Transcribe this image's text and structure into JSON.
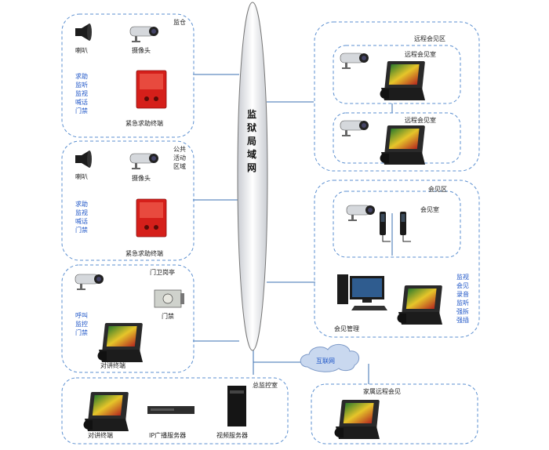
{
  "network": {
    "title": "监狱局域网"
  },
  "zones": {
    "prison": {
      "title": "监仓",
      "speaker": "喇叭",
      "camera": "摄像头",
      "terminal": "紧急求助终端",
      "functions": "求助监听监视喊话门禁"
    },
    "public": {
      "title": "公共活动区域",
      "speaker": "喇叭",
      "camera": "摄像头",
      "terminal": "紧急求助终端",
      "functions": "求助监视喊话门禁"
    },
    "gate": {
      "title": "门卫岗亭",
      "functions": "呼叫监控门禁",
      "door": "门禁",
      "terminal": "对讲终端"
    },
    "control": {
      "title": "总监控室",
      "intercom": "对讲终端",
      "ip_server": "IP广播服务器",
      "video_server": "视频服务器"
    },
    "remote": {
      "title": "远程会见区",
      "room1": "远程会见室",
      "room2": "远程会见室"
    },
    "meeting": {
      "title": "会见区",
      "room": "会见室"
    },
    "meeting_mgmt": {
      "label": "会见管理",
      "functions": "监视会见录音监听强拆强插"
    },
    "internet": {
      "label": "互联网"
    },
    "family": {
      "title": "家属远程会见"
    }
  }
}
